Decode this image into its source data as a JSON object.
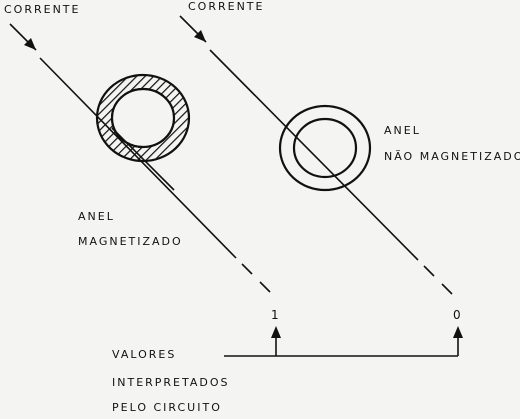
{
  "labels": {
    "corrente_left": "CORRENTE",
    "corrente_right": "CORRENTE",
    "anel_left_line1": "ANEL",
    "anel_left_line2": "MAGNETIZADO",
    "anel_right_line1": "ANEL",
    "anel_right_line2": "NÃO MAGNETIZADO",
    "value_left": "1",
    "value_right": "0",
    "caption_line1": "VALORES",
    "caption_line2": "INTERPRETADOS",
    "caption_line3": "PELO CIRCUITO"
  },
  "colors": {
    "ink": "#111111",
    "paper": "#f4f4f2"
  }
}
